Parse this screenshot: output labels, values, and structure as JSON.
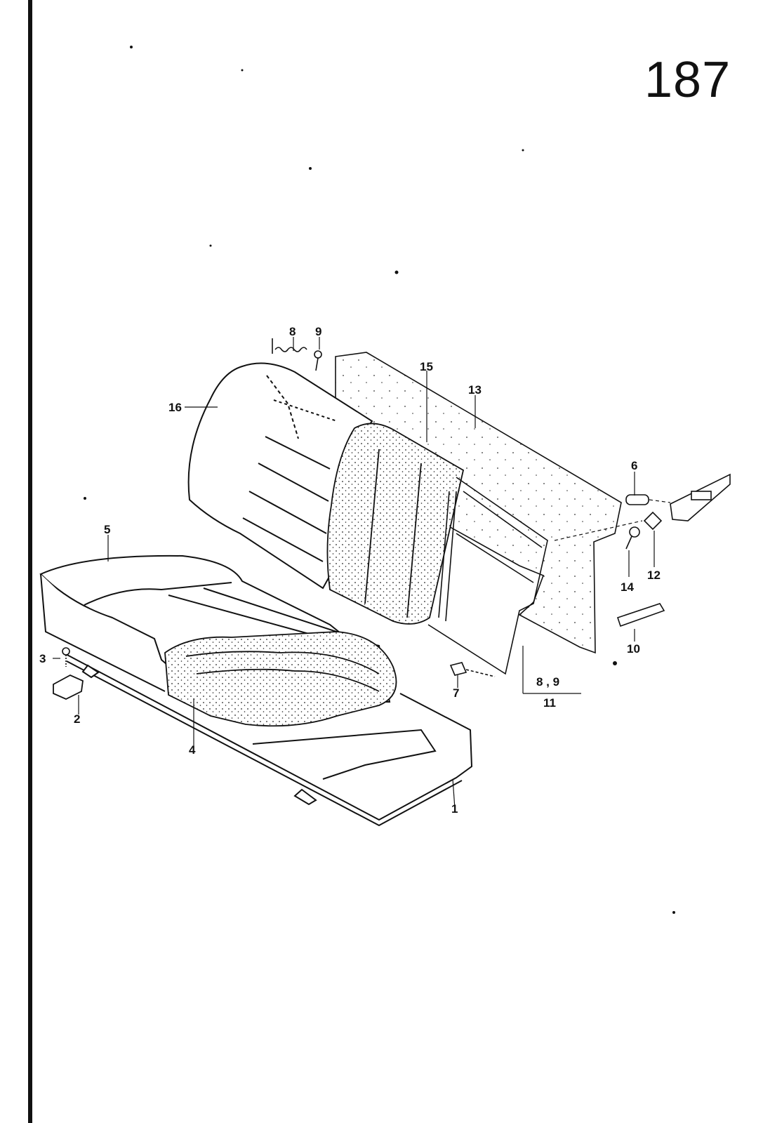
{
  "page_number": "187",
  "parts": [
    {
      "id": "label-1",
      "text": "1"
    },
    {
      "id": "label-2",
      "text": "2"
    },
    {
      "id": "label-3",
      "text": "3"
    },
    {
      "id": "label-4",
      "text": "4"
    },
    {
      "id": "label-5",
      "text": "5"
    },
    {
      "id": "label-6",
      "text": "6"
    },
    {
      "id": "label-7",
      "text": "7"
    },
    {
      "id": "label-8-top",
      "text": "8"
    },
    {
      "id": "label-9-top",
      "text": "9"
    },
    {
      "id": "label-8-9-bottom",
      "text": "8 , 9"
    },
    {
      "id": "label-10",
      "text": "10"
    },
    {
      "id": "label-11",
      "text": "11"
    },
    {
      "id": "label-12",
      "text": "12"
    },
    {
      "id": "label-13",
      "text": "13"
    },
    {
      "id": "label-14",
      "text": "14"
    },
    {
      "id": "label-15",
      "text": "15"
    },
    {
      "id": "label-16",
      "text": "16"
    }
  ]
}
